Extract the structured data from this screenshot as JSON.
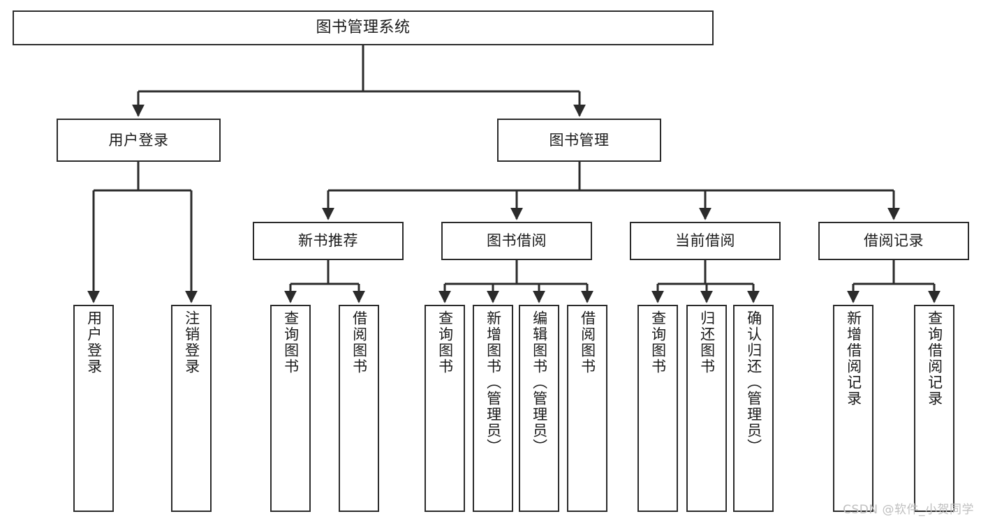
{
  "diagram": {
    "title": "图书管理系统",
    "watermark": "CSDN @软件_小贺同学",
    "edge_color": "#2b2b2b",
    "box_border_color": "#2b2b2b",
    "box_fill_color": "#ffffff",
    "nodes": {
      "root": {
        "label": "图书管理系统"
      },
      "level1": [
        {
          "label": "用户登录"
        },
        {
          "label": "图书管理"
        }
      ],
      "level2": [
        {
          "label": "新书推荐"
        },
        {
          "label": "图书借阅"
        },
        {
          "label": "当前借阅"
        },
        {
          "label": "借阅记录"
        }
      ],
      "leaves": {
        "user_login": [
          {
            "label": "用户登录"
          },
          {
            "label": "注销登录"
          }
        ],
        "new_book_recommend": [
          {
            "label": "查询图书"
          },
          {
            "label": "借阅图书"
          }
        ],
        "book_borrow": [
          {
            "label": "查询图书"
          },
          {
            "label": "新增图书（管理员）"
          },
          {
            "label": "编辑图书（管理员）"
          },
          {
            "label": "借阅图书"
          }
        ],
        "current_borrow": [
          {
            "label": "查询图书"
          },
          {
            "label": "归还图书"
          },
          {
            "label": "确认归还（管理员）"
          }
        ],
        "borrow_record": [
          {
            "label": "新增借阅记录"
          },
          {
            "label": "查询借阅记录"
          }
        ]
      }
    }
  }
}
